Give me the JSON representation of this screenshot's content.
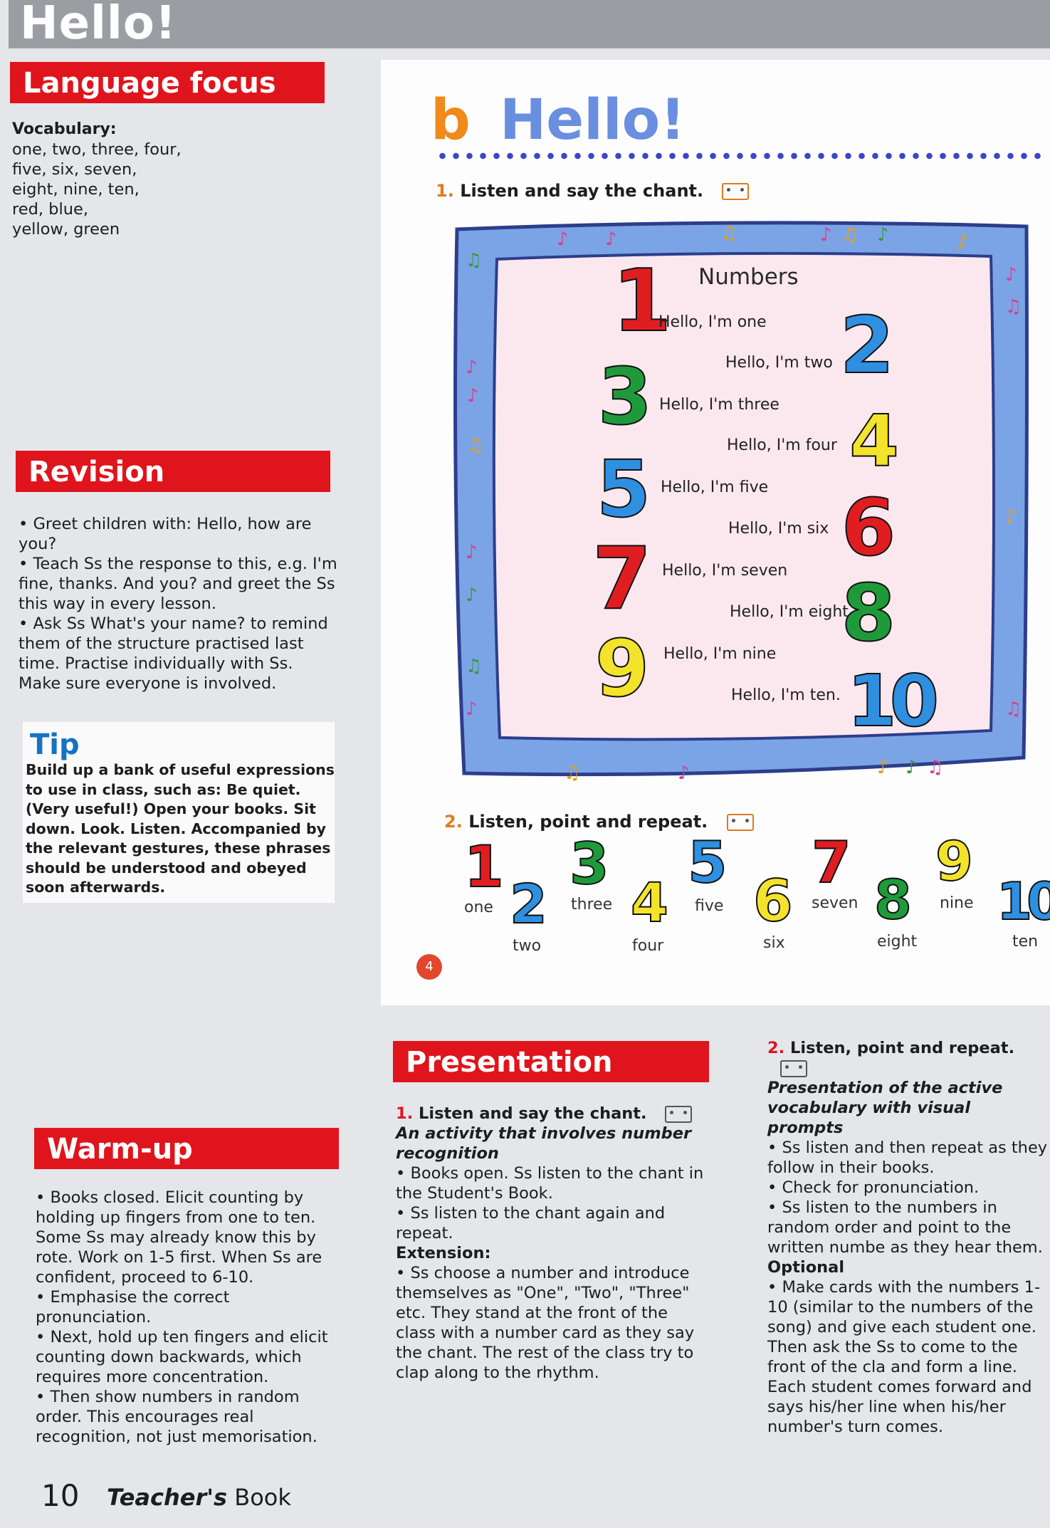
{
  "header": {
    "title": "Hello!"
  },
  "language_focus": {
    "heading": "Language focus",
    "vocab_label": "Vocabulary:",
    "vocab_lines": [
      "one, two, three, four,",
      "five, six, seven,",
      "eight, nine, ten,",
      "red, blue,",
      "yellow, green"
    ]
  },
  "revision": {
    "heading": "Revision",
    "bullets": [
      "Greet children with: Hello, how are you?",
      "Teach Ss the response to this, e.g. I'm fine, thanks. And you? and greet the Ss this way in every lesson.",
      "Ask Ss What's your name? to remind them of the structure practised last time. Practise individually with Ss. Make sure everyone is involved."
    ]
  },
  "tip": {
    "heading": "Tip",
    "text": "Build up a bank of useful expressions to use in class, such as: Be quiet. (Very useful!) Open your books. Sit down. Look. Listen. Accompanied by the relevant gestures, these phrases should be understood and obeyed soon afterwards."
  },
  "warmup": {
    "heading": "Warm-up",
    "bullets": [
      "Books closed. Elicit counting by holding up fingers from one to ten. Some Ss may already know this by rote. Work on 1-5 first. When Ss are confident, proceed to 6-10.",
      "Emphasise the correct pronunciation.",
      "Next, hold up ten fingers and elicit counting down backwards, which requires more concentration.",
      "Then show numbers in random order. This encourages real recognition, not just memorisation."
    ]
  },
  "student_page": {
    "letter": "b",
    "title": "Hello!",
    "ex1": {
      "num": "1.",
      "text": "Listen and say the chant."
    },
    "chant_title": "Numbers",
    "chant_lines": [
      "Hello, I'm one",
      "Hello, I'm two",
      "Hello, I'm three",
      "Hello, I'm four",
      "Hello, I'm five",
      "Hello, I'm six",
      "Hello, I'm seven",
      "Hello, I'm eight",
      "Hello, I'm nine",
      "Hello, I'm ten."
    ],
    "ex2": {
      "num": "2.",
      "text": "Listen, point and repeat."
    },
    "number_words": [
      "one",
      "two",
      "three",
      "four",
      "five",
      "six",
      "seven",
      "eight",
      "nine",
      "ten"
    ],
    "page_number": "4",
    "colors": {
      "red": "#e01e22",
      "blue": "#2f8fe0",
      "green": "#1f9a3a",
      "yellow": "#f3e32a"
    }
  },
  "presentation": {
    "heading": "Presentation",
    "ex1_num": "1.",
    "ex1_title": "Listen and say the chant.",
    "ex1_sub": "An activity that involves number recognition",
    "ex1_bullets": [
      "Books open. Ss listen to the chant in the Student's Book.",
      "Ss listen to the chant again and repeat."
    ],
    "extension_label": "Extension:",
    "extension_text": "Ss choose a number and introduce themselves as \"One\", \"Two\", \"Three\" etc. They stand at the front of the class with a number card as they say the chant. The rest of the class try to clap along to the rhythm."
  },
  "point_repeat": {
    "num": "2.",
    "title": "Listen, point and repeat.",
    "sub": "Presentation of the active vocabulary with visual prompts",
    "bullets": [
      "Ss listen and then repeat as they follow in their books.",
      "Check for pronunciation.",
      "Ss listen to the numbers in random order and point to the written numbe as they hear them."
    ],
    "optional_label": "Optional",
    "optional_text": "Make cards with the numbers 1-10 (similar to the numbers of the song) and give each student one. Then ask the Ss to come to the front of the cla and form a line. Each student comes forward and says his/her line when his/her number's turn comes."
  },
  "footer": {
    "page_num": "10",
    "book_bold": "Teacher's",
    "book_rest": " Book"
  }
}
